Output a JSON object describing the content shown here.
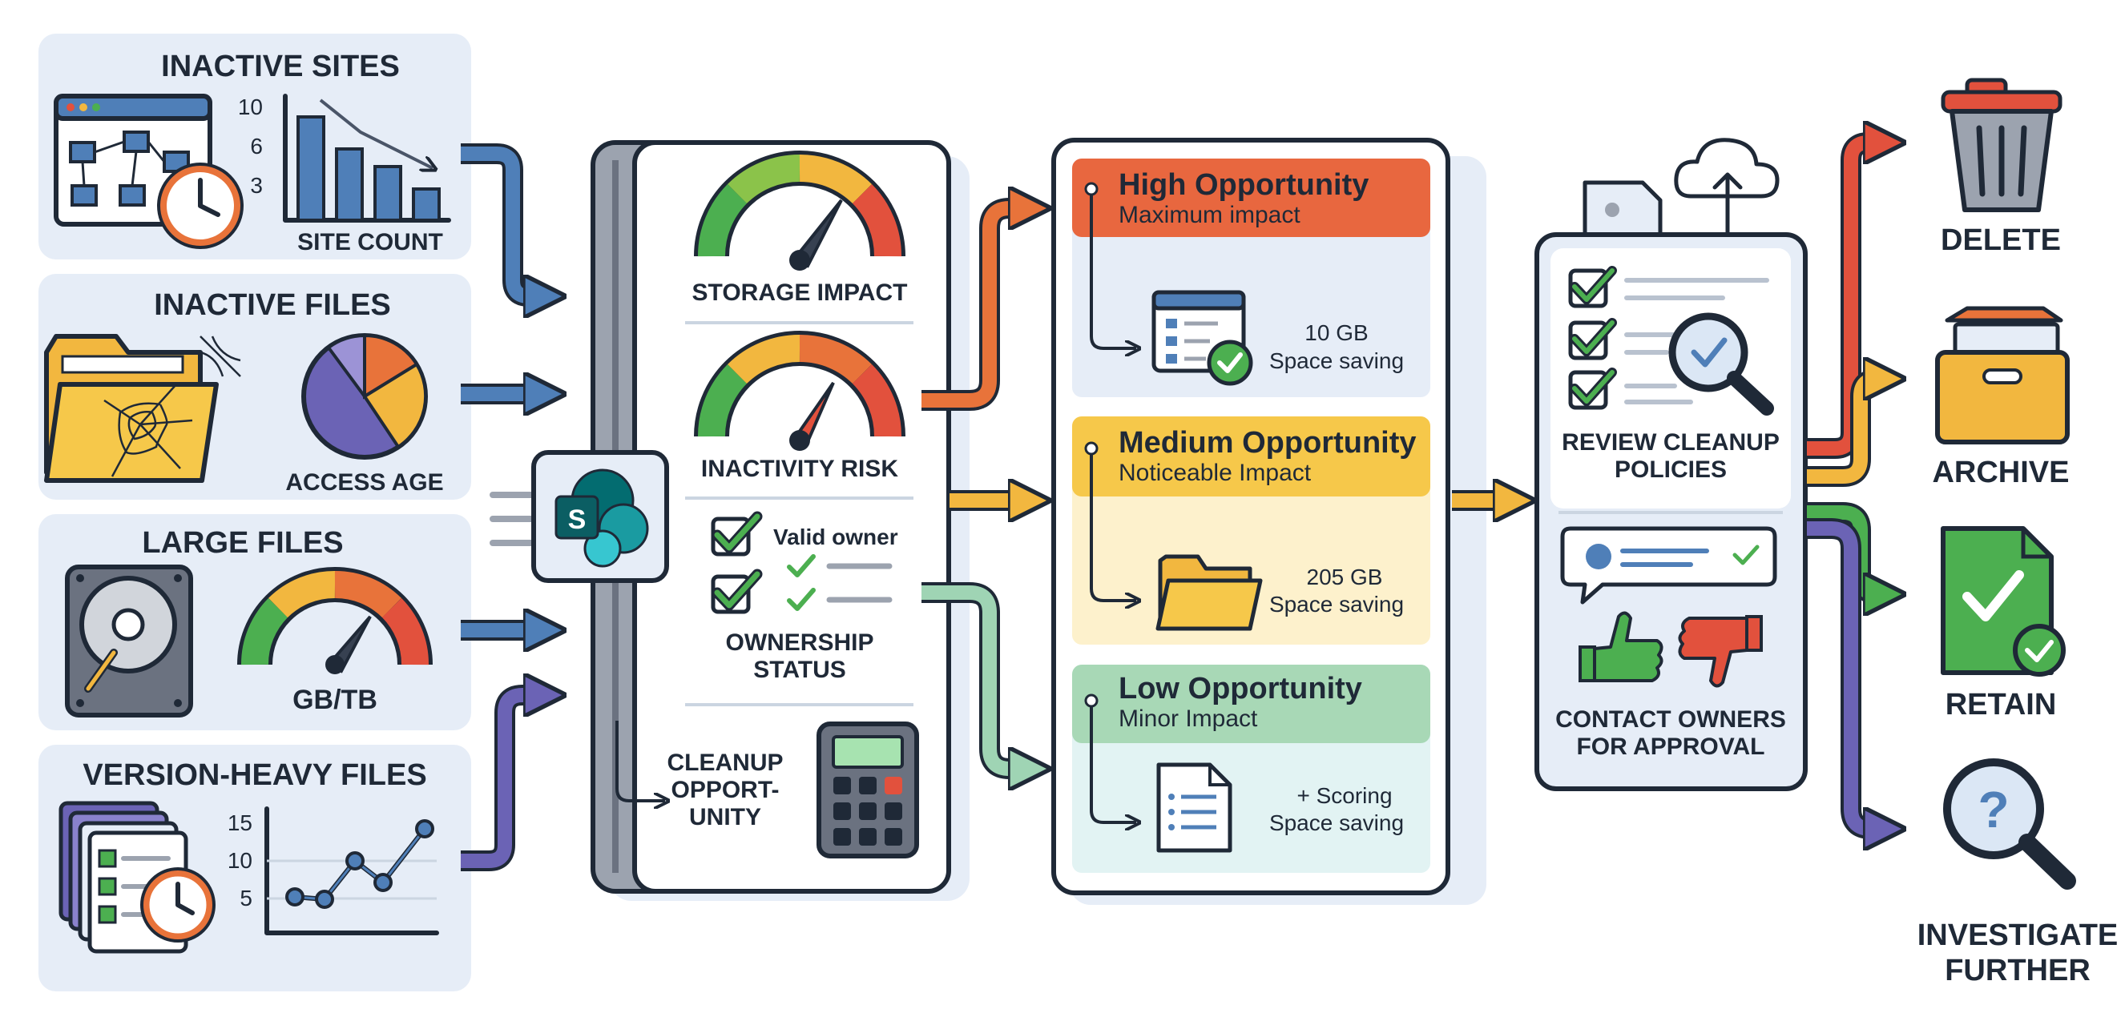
{
  "sources": {
    "inactive_sites": {
      "title": "INACTIVE SITES",
      "axis_labels": [
        "10",
        "6",
        "3"
      ],
      "caption": "SITE COUNT"
    },
    "inactive_files": {
      "title": "INACTIVE FILES",
      "caption": "ACCESS AGE"
    },
    "large_files": {
      "title": "LARGE FILES",
      "caption": "GB/TB"
    },
    "version_heavy": {
      "title": "VERSION-HEAVY FILES",
      "axis_labels": [
        "15",
        "10",
        "5"
      ]
    }
  },
  "analysis": {
    "storage_impact": "STORAGE IMPACT",
    "inactivity_risk": "INACTIVITY RISK",
    "valid_owner": "Valid owner",
    "ownership_line1": "OWNERSHIP",
    "ownership_line2": "STATUS",
    "cleanup_line1": "CLEANUP",
    "cleanup_line2": "OPPORT-",
    "cleanup_line3": "UNITY"
  },
  "opportunities": {
    "high": {
      "title": "High Opportunity",
      "subtitle": "Maximum impact",
      "amount": "10 GB",
      "label": "Space saving",
      "color": "#e8673f"
    },
    "medium": {
      "title": "Medium Opportunity",
      "subtitle": "Noticeable Impact",
      "amount": "205 GB",
      "label": "Space saving",
      "color": "#f6c84a"
    },
    "low": {
      "title": "Low Opportunity",
      "subtitle": "Minor Impact",
      "amount": "+ Scoring",
      "label": "Space saving",
      "color": "#a8d8b6"
    }
  },
  "review": {
    "policies_line1": "REVIEW CLEANUP",
    "policies_line2": "POLICIES",
    "contact_line1": "CONTACT OWNERS",
    "contact_line2": "FOR APPROVAL"
  },
  "outcomes": {
    "delete": "DELETE",
    "archive": "ARCHIVE",
    "retain": "RETAIN",
    "investigate_line1": "INVESTIGATE",
    "investigate_line2": "FURTHER"
  },
  "colors": {
    "blue": "#4f7fb8",
    "orange": "#e8733a",
    "yellow": "#f2b73f",
    "green": "#4caf50",
    "purple": "#6b63b5",
    "red": "#e2513d",
    "mint": "#9fd4b4"
  }
}
